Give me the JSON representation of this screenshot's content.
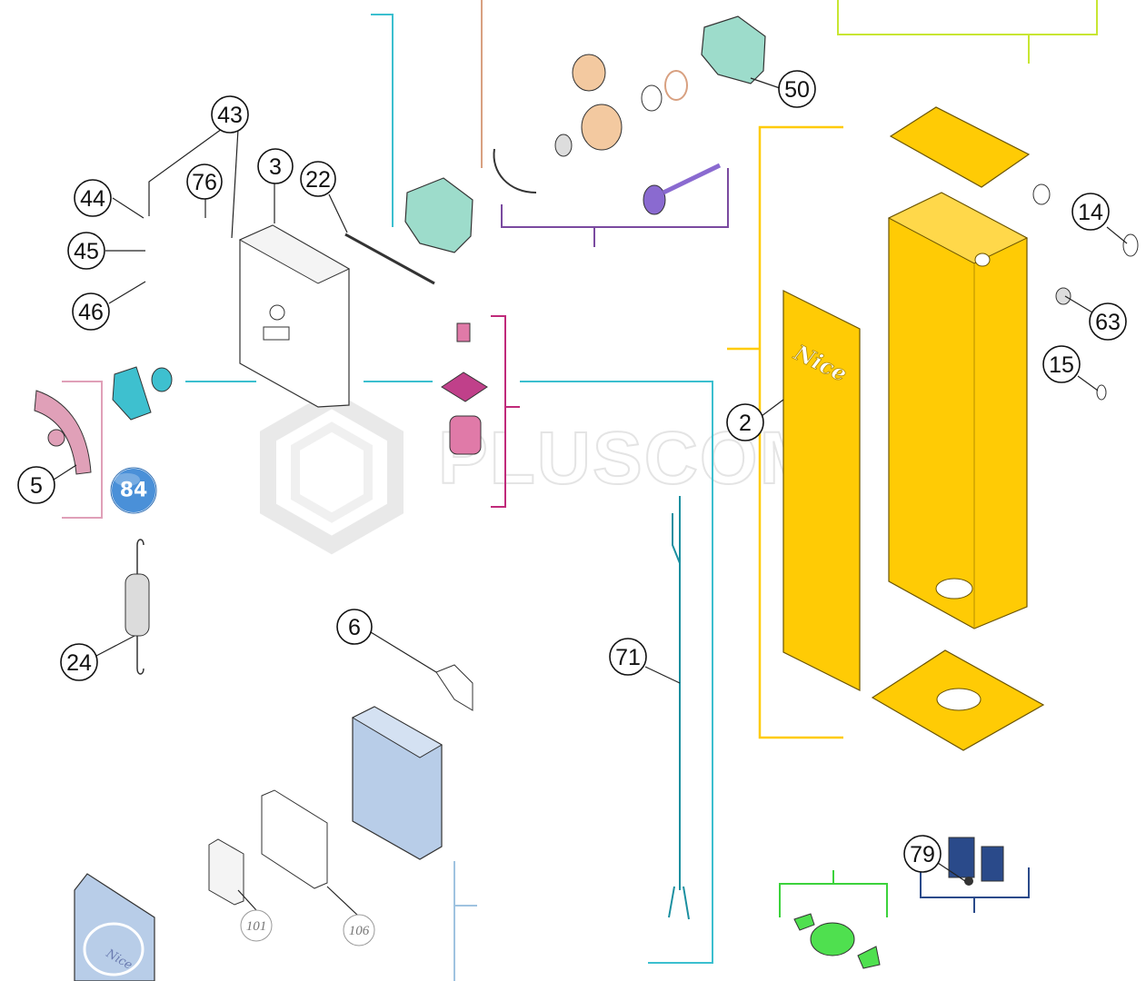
{
  "callouts": [
    {
      "id": "43",
      "label": "43"
    },
    {
      "id": "44",
      "label": "44"
    },
    {
      "id": "45",
      "label": "45"
    },
    {
      "id": "46",
      "label": "46"
    },
    {
      "id": "76",
      "label": "76"
    },
    {
      "id": "3",
      "label": "3"
    },
    {
      "id": "22",
      "label": "22"
    },
    {
      "id": "50",
      "label": "50"
    },
    {
      "id": "14",
      "label": "14"
    },
    {
      "id": "63",
      "label": "63"
    },
    {
      "id": "15",
      "label": "15"
    },
    {
      "id": "2",
      "label": "2"
    },
    {
      "id": "5",
      "label": "5"
    },
    {
      "id": "24",
      "label": "24"
    },
    {
      "id": "6",
      "label": "6"
    },
    {
      "id": "71",
      "label": "71"
    },
    {
      "id": "79",
      "label": "79"
    },
    {
      "id": "101",
      "label": "101"
    },
    {
      "id": "106",
      "label": "106"
    }
  ],
  "badge": {
    "label": "84"
  },
  "watermark": {
    "label": "PLUSCOM"
  },
  "brand": {
    "label": "Nice"
  },
  "colors": {
    "cabinet_yellow": "#ffcb05",
    "bracket_teal": "#3bbfcf",
    "bracket_magenta": "#c02a7a",
    "bracket_pink": "#e0a0b8",
    "bracket_purple": "#7a4aa0",
    "bracket_lime": "#c8e632",
    "bracket_green": "#3cd23c",
    "bracket_navy": "#2a4a8a",
    "bracket_orange": "#d8a080",
    "bracket_blue_light": "#9fc3e0",
    "part_mint": "#9ddccb",
    "part_pink": "#e07aa8",
    "part_cyan": "#3ec0cf",
    "part_lightblue": "#b8cde8",
    "part_green": "#4fe04f"
  }
}
